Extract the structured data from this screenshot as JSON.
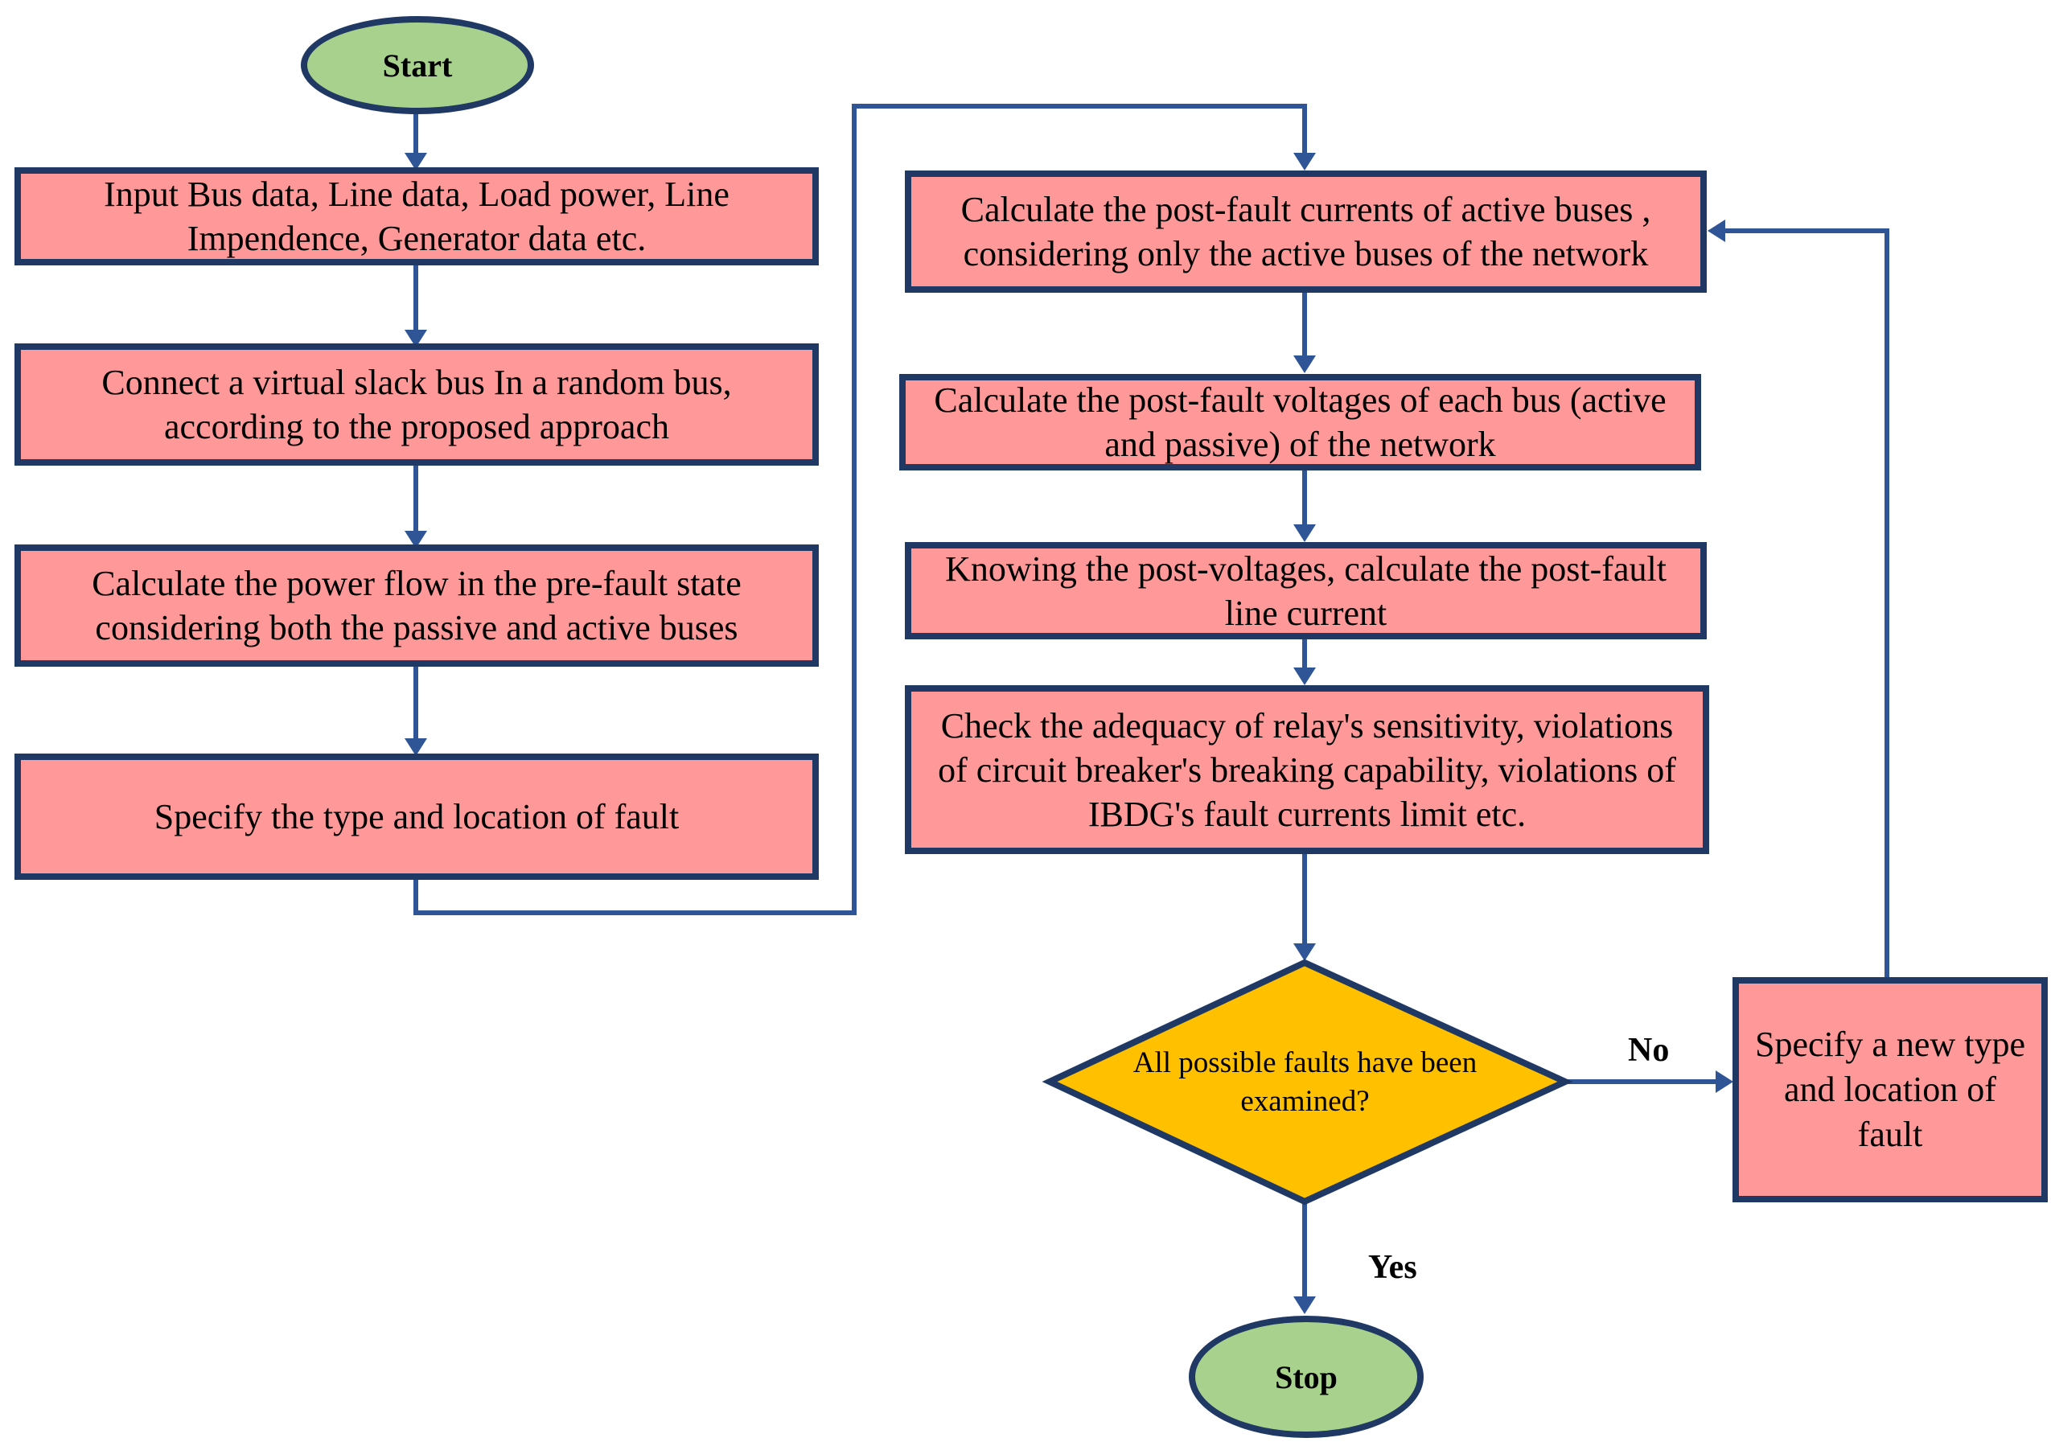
{
  "nodes": {
    "start": "Start",
    "input_data": "Input Bus data, Line data, Load power, Line Impendence, Generator data etc.",
    "connect_slack": "Connect a virtual slack bus In a random bus, according to the proposed approach",
    "power_flow": "Calculate the power flow in the pre-fault state considering both the passive and active buses",
    "specify_fault": "Specify the type and location of fault",
    "post_fault_currents": "Calculate the post-fault currents of active buses , considering only the active buses of the network",
    "post_fault_voltages": "Calculate the post-fault voltages of each bus (active and passive) of the network",
    "line_current": "Knowing the post-voltages, calculate the post-fault line current",
    "check_adequacy": "Check the adequacy of relay's sensitivity, violations of circuit breaker's breaking capability, violations of IBDG's fault currents limit etc.",
    "decision": "All possible faults have been examined?",
    "new_fault": "Specify a new type and location of fault",
    "stop": "Stop"
  },
  "edge_labels": {
    "no": "No",
    "yes": "Yes"
  },
  "colors": {
    "process_fill": "#ff9999",
    "terminal_fill": "#a9d18e",
    "decision_fill": "#ffc000",
    "border": "#1f3864",
    "connector": "#2f5597"
  }
}
